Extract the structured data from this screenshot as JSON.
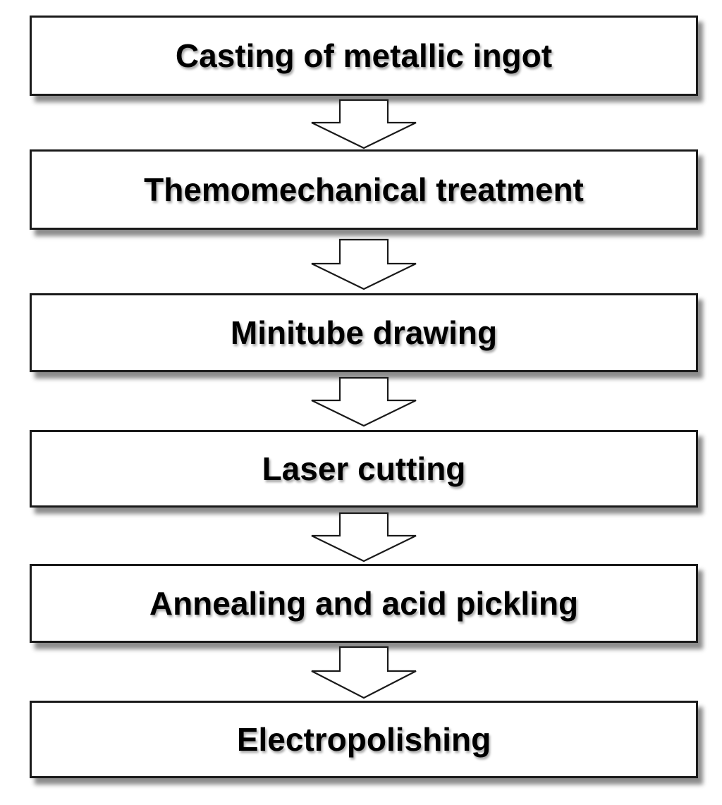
{
  "diagram": {
    "steps": [
      {
        "label": "Casting of metallic ingot"
      },
      {
        "label": "Themomechanical treatment"
      },
      {
        "label": "Minitube drawing"
      },
      {
        "label": "Laser cutting"
      },
      {
        "label": "Annealing and acid pickling"
      },
      {
        "label": "Electropolishing"
      }
    ],
    "colors": {
      "box_border": "#1a1a1a",
      "box_fill": "#ffffff",
      "text": "#000000",
      "arrow_fill": "#ffffff"
    }
  }
}
